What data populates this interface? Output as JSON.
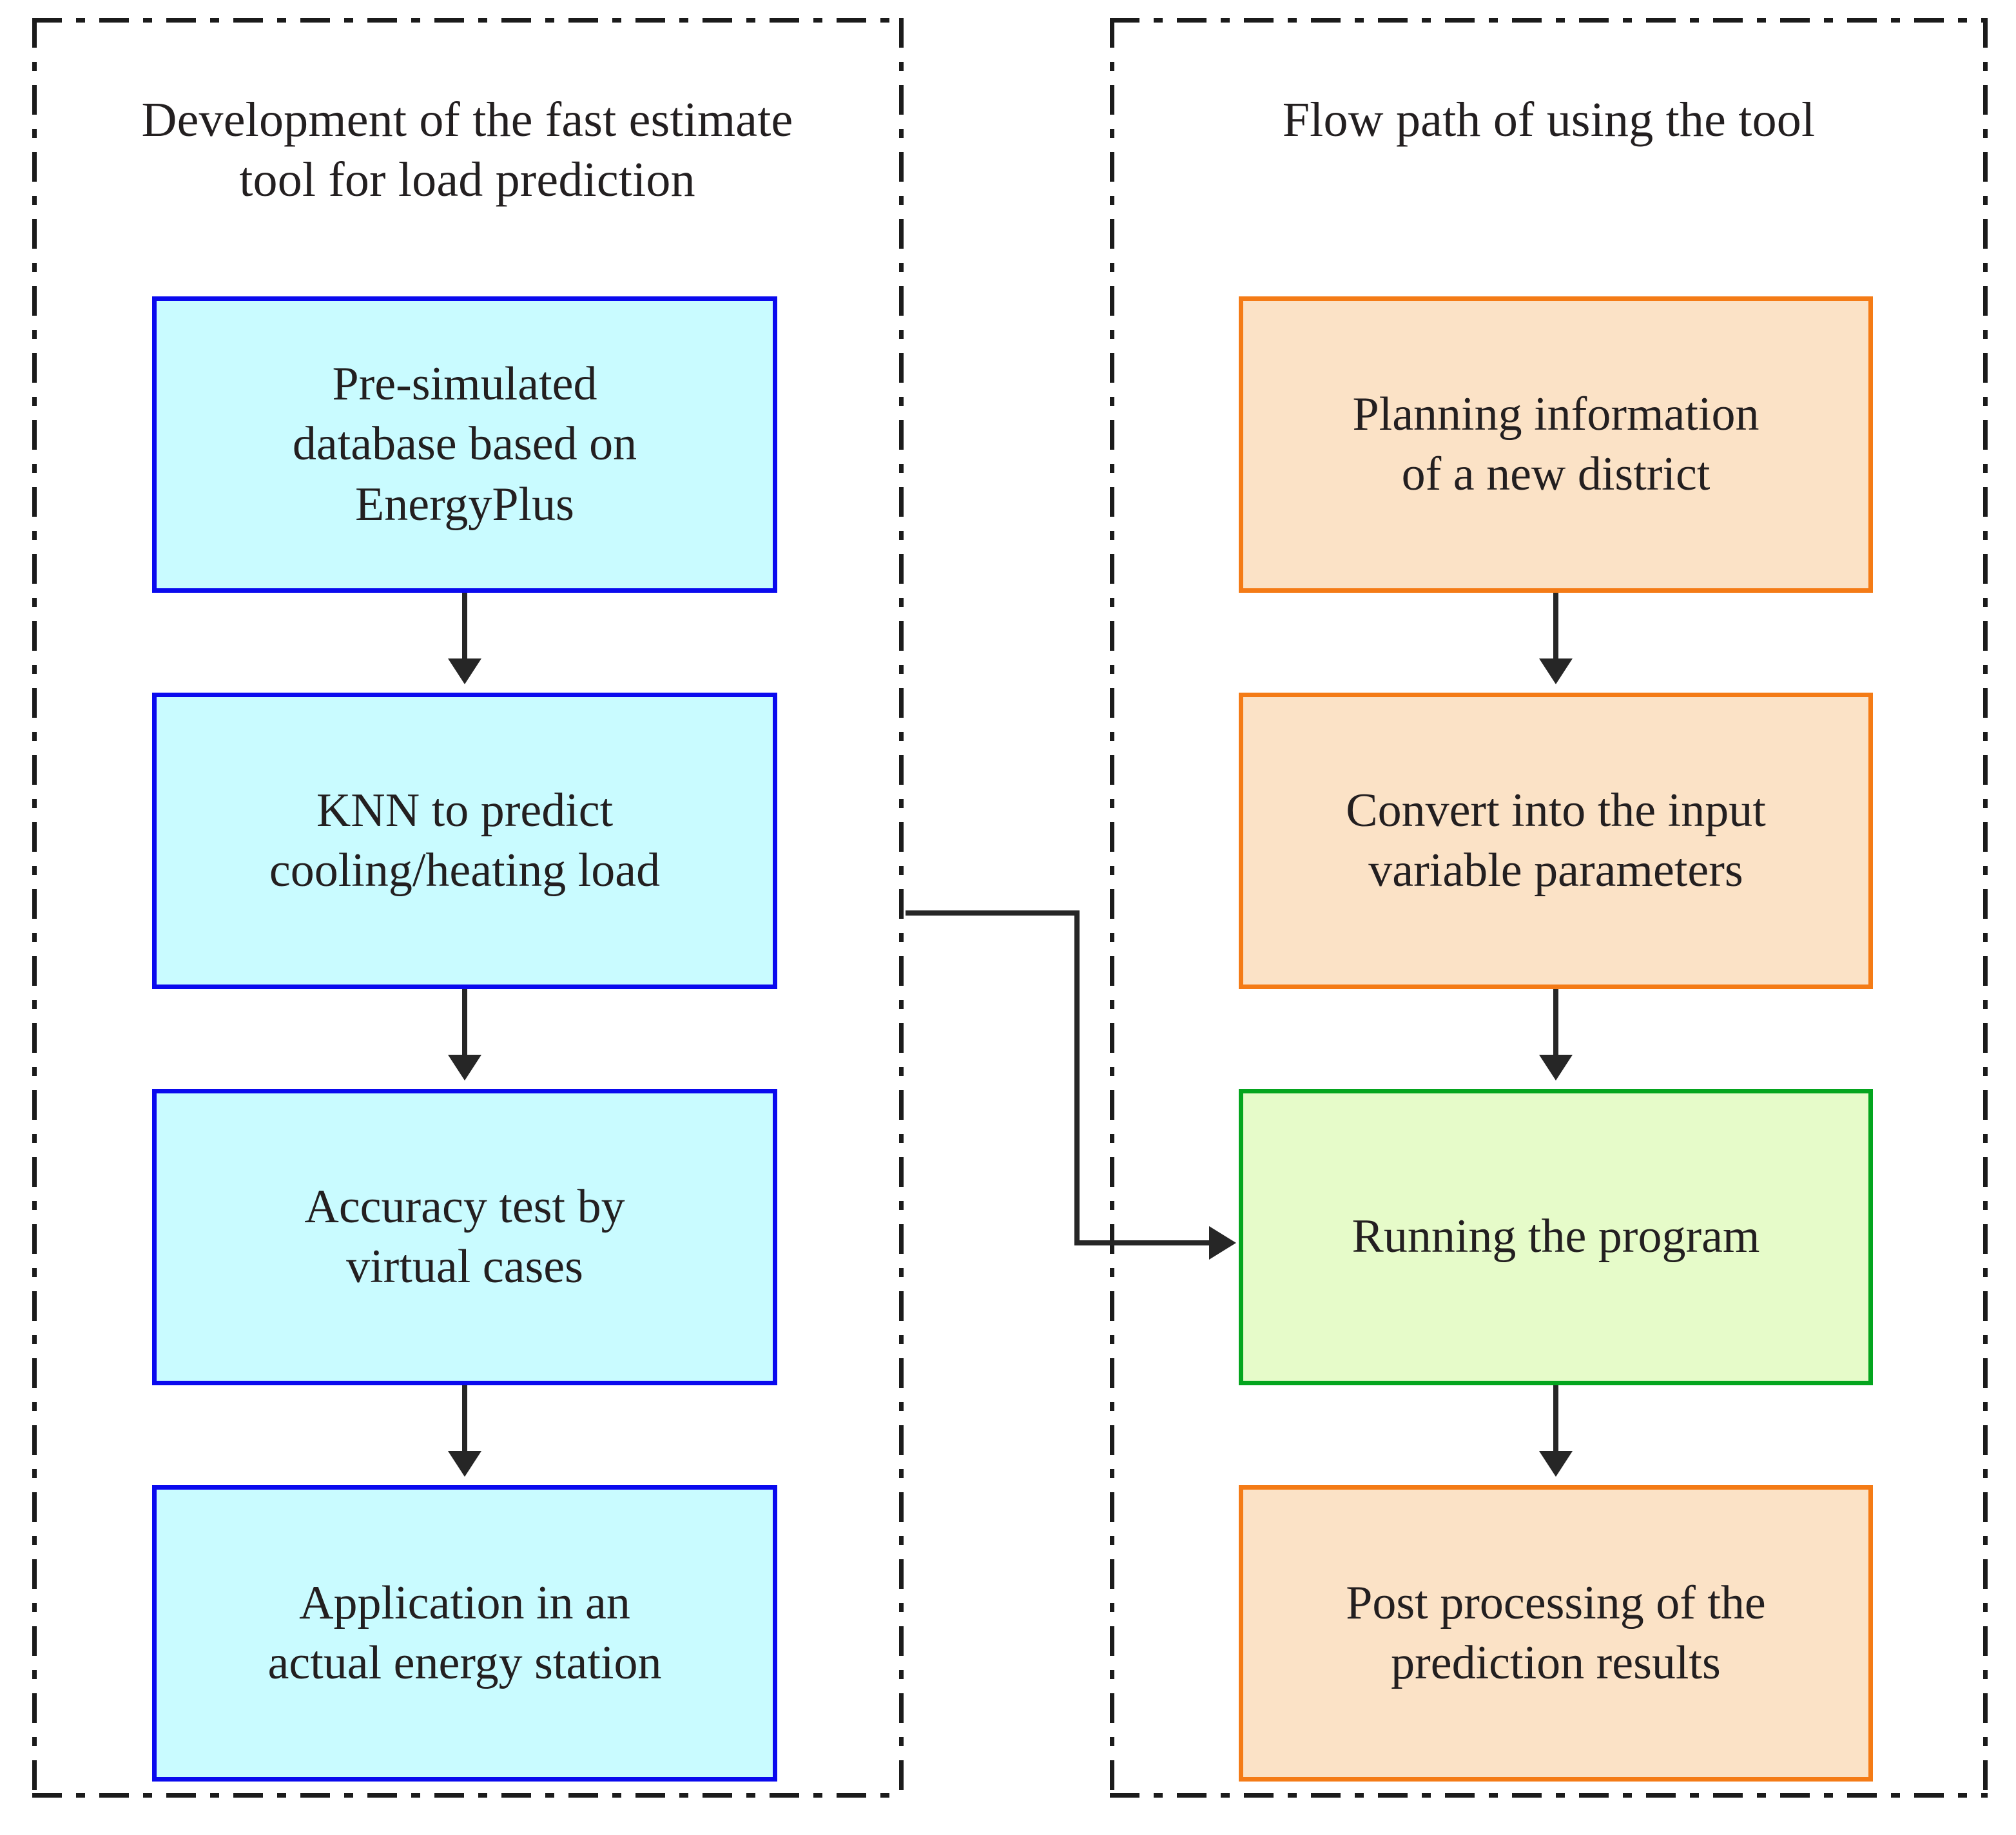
{
  "diagram": {
    "title_left": "Development of the fast estimate\ntool for load prediction",
    "title_right": "Flow path of using the tool",
    "colors": {
      "cyan_fill": "#c9fbff",
      "blue_border": "#0a0aee",
      "orange_fill": "#fbe2c6",
      "orange_border": "#f47b16",
      "green_fill": "#e6fbc9",
      "green_border": "#04a51e",
      "arrow": "#262626",
      "panel_border": "#1b1b1b",
      "text": "#231f20"
    }
  },
  "left_panel": {
    "title": "Development of the fast estimate\ntool for load prediction",
    "nodes": [
      {
        "id": "pre-simulated-database",
        "label": "Pre-simulated\ndatabase based on\nEnergyPlus",
        "style": "cyan"
      },
      {
        "id": "knn-predict",
        "label": "KNN to predict\ncooling/heating load",
        "style": "cyan"
      },
      {
        "id": "accuracy-test",
        "label": "Accuracy test by\nvirtual cases",
        "style": "cyan"
      },
      {
        "id": "application-energy-station",
        "label": "Application in an\nactual  energy station",
        "style": "cyan"
      }
    ]
  },
  "right_panel": {
    "title": "Flow path of using the tool",
    "nodes": [
      {
        "id": "planning-information",
        "label": "Planning information\nof a new district",
        "style": "orange"
      },
      {
        "id": "convert-input-variables",
        "label": "Convert into the input\nvariable parameters",
        "style": "orange"
      },
      {
        "id": "running-the-program",
        "label": "Running the program",
        "style": "green"
      },
      {
        "id": "post-processing",
        "label": "Post processing of the\nprediction results",
        "style": "orange"
      }
    ]
  },
  "connections": [
    {
      "from": "pre-simulated-database",
      "to": "knn-predict",
      "kind": "arrow-down"
    },
    {
      "from": "knn-predict",
      "to": "accuracy-test",
      "kind": "arrow-down"
    },
    {
      "from": "accuracy-test",
      "to": "application-energy-station",
      "kind": "arrow-down"
    },
    {
      "from": "planning-information",
      "to": "convert-input-variables",
      "kind": "arrow-down"
    },
    {
      "from": "convert-input-variables",
      "to": "running-the-program",
      "kind": "arrow-down"
    },
    {
      "from": "running-the-program",
      "to": "post-processing",
      "kind": "arrow-down"
    },
    {
      "from": "left-panel",
      "to": "running-the-program",
      "kind": "elbow-arrow-right"
    }
  ]
}
